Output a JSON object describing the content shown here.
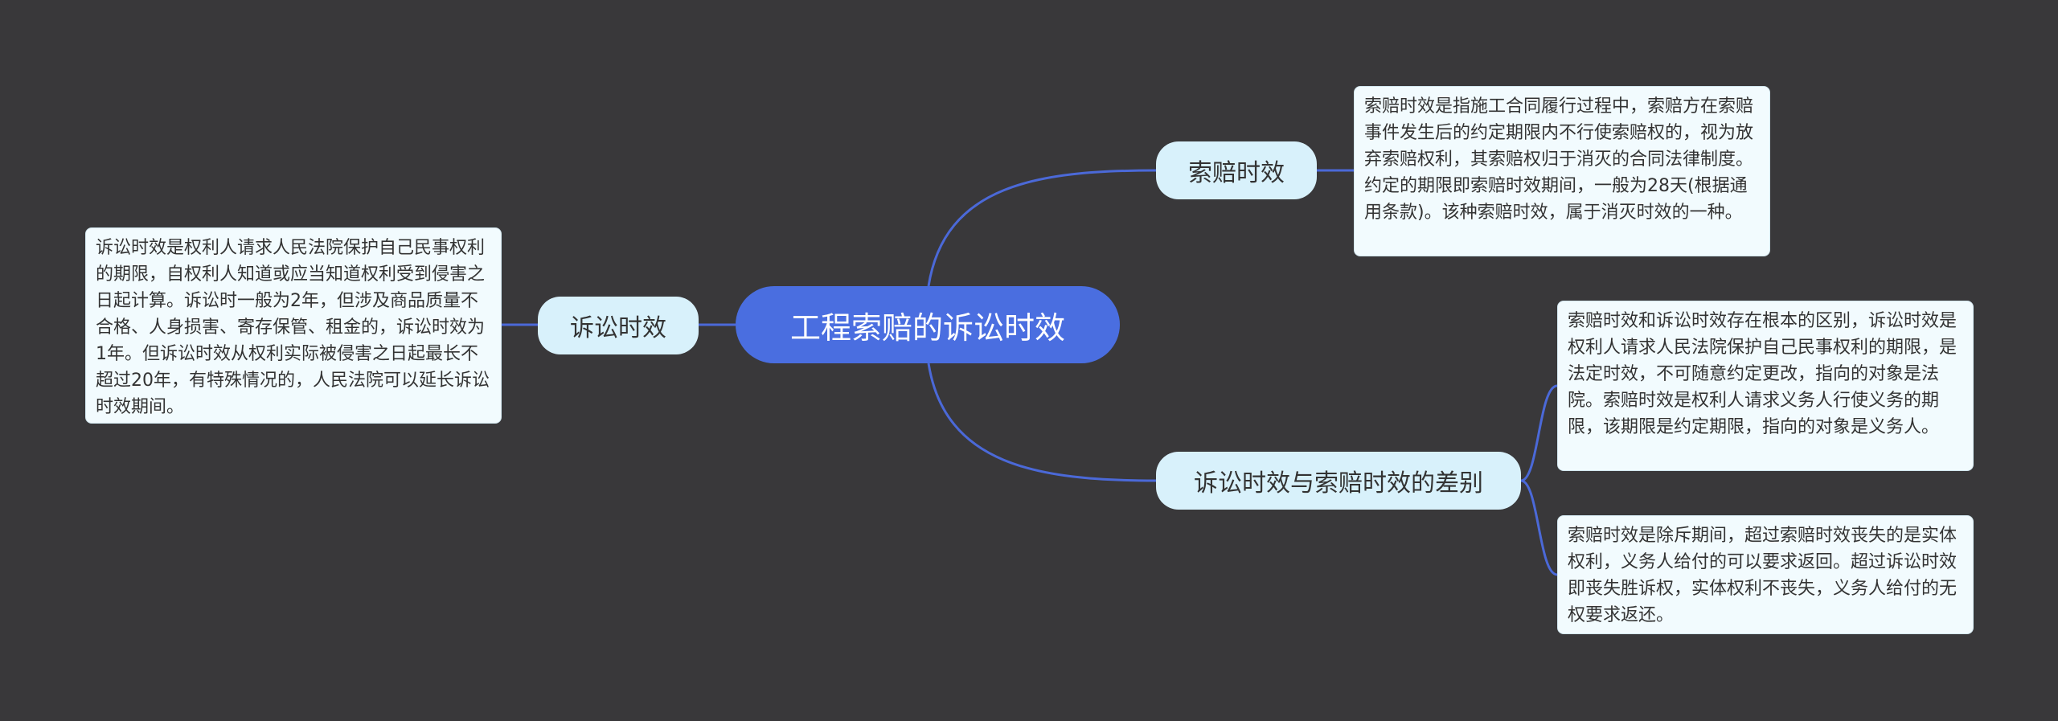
{
  "mindmap": {
    "root": {
      "label": "工程索赔的诉讼时效"
    },
    "branches": {
      "suopei": {
        "label": "索赔时效",
        "detail": "索赔时效是指施工合同履行过程中，索赔方在索赔事件发生后的约定期限内不行使索赔权的，视为放弃索赔权利，其索赔权归于消灭的合同法律制度。约定的期限即索赔时效期间，一般为28天(根据通用条款)。该种索赔时效，属于消灭时效的一种。"
      },
      "susong": {
        "label": "诉讼时效",
        "detail": "诉讼时效是权利人请求人民法院保护自己民事权利的期限，自权利人知道或应当知道权利受到侵害之日起计算。诉讼时一般为2年，但涉及商品质量不合格、人身损害、寄存保管、租金的，诉讼时效为1年。但诉讼时效从权利实际被侵害之日起最长不超过20年，有特殊情况的，人民法院可以延长诉讼时效期间。"
      },
      "chabie": {
        "label": "诉讼时效与索赔时效的差别",
        "details": [
          "索赔时效和诉讼时效存在根本的区别，诉讼时效是权利人请求人民法院保护自己民事权利的期限，是法定时效，不可随意约定更改，指向的对象是法院。索赔时效是权利人请求义务人行使义务的期限，该期限是约定期限，指向的对象是义务人。",
          "索赔时效是除斥期间，超过索赔时效丧失的是实体权利，义务人给付的可以要求返回。超过诉讼时效即丧失胜诉权，实体权利不丧失，义务人给付的无权要求返还。"
        ]
      }
    },
    "colors": {
      "background": "#39383a",
      "root_fill": "#4a6ee0",
      "branch_fill": "#d8f1fb",
      "leaf_fill": "#f2fbfe",
      "connector": "#4b69d8"
    }
  }
}
